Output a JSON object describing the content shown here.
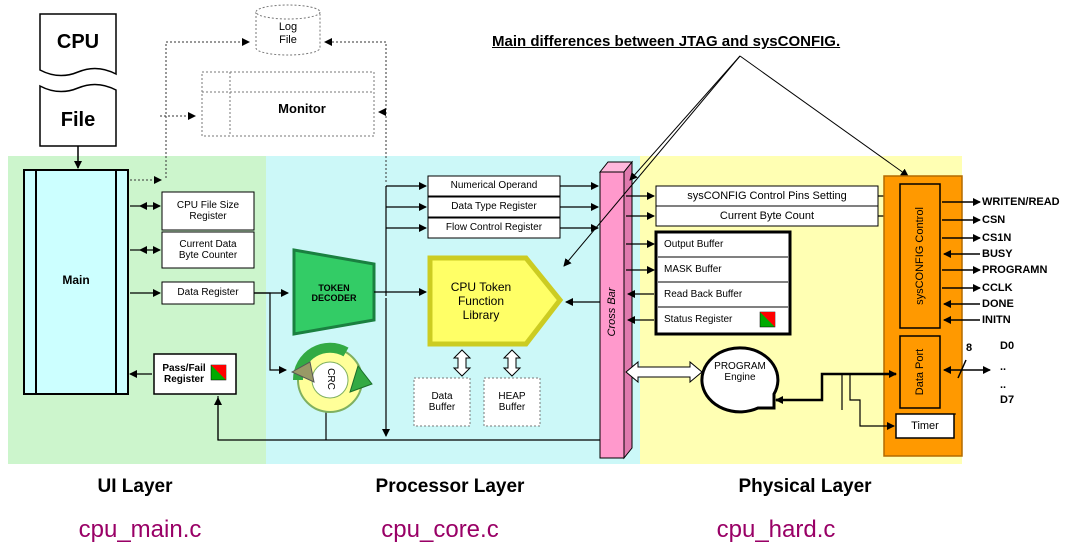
{
  "title": "Main differences between JTAG and sysCONFIG.",
  "input": {
    "cpu": "CPU",
    "file": "File"
  },
  "log_file": "Log\nFile",
  "monitor": "Monitor",
  "ui": {
    "main": "Main",
    "cpu_file_size": "CPU File Size\nRegister",
    "current_data": "Current Data\nByte Counter",
    "data_register": "Data Register",
    "pass_fail": "Pass/Fail\nRegister"
  },
  "processor": {
    "token_decoder": "TOKEN\nDECODER",
    "numerical_operand": "Numerical Operand",
    "data_type_register": "Data Type Register",
    "flow_control_register": "Flow Control Register",
    "token_library": "CPU Token\nFunction\nLibrary",
    "crc": "CRC",
    "data_buffer": "Data\nBuffer",
    "heap_buffer": "HEAP\nBuffer",
    "cross_bar": "Cross Bar"
  },
  "physical": {
    "control_pins": "sysCONFIG Control Pins Setting",
    "current_byte_count": "Current Byte Count",
    "output_buffer": "Output Buffer",
    "mask_buffer": "MASK Buffer",
    "read_back_buffer": "Read Back Buffer",
    "status_register": "Status Register",
    "program_engine": "PROGRAM\nEngine",
    "sysconfig_control": "sysCONFIG Control",
    "data_port": "Data Port",
    "timer": "Timer",
    "bus_width": "8"
  },
  "signals": [
    "WRITEN/READ",
    "CSN",
    "CS1N",
    "BUSY",
    "PROGRAMN",
    "CCLK",
    "DONE",
    "INITN"
  ],
  "data_pins": {
    "d0": "D0",
    "mid": "..",
    "mid2": "..",
    "d7": "D7"
  },
  "layers": [
    {
      "name": "UI Layer",
      "file": "cpu_main.c"
    },
    {
      "name": "Processor Layer",
      "file": "cpu_core.c"
    },
    {
      "name": "Physical Layer",
      "file": "cpu_hard.c"
    }
  ],
  "colors": {
    "ui_bg": "#ccf5cc",
    "processor_bg": "#ccf8f8",
    "physical_bg": "#ffffb3",
    "main_fill": "#ccffff",
    "decoder": "#33cc66",
    "library": "#ffff66",
    "cross_bar": "#ff99cc",
    "control_block": "#ff9900",
    "file_text": "#990066"
  }
}
